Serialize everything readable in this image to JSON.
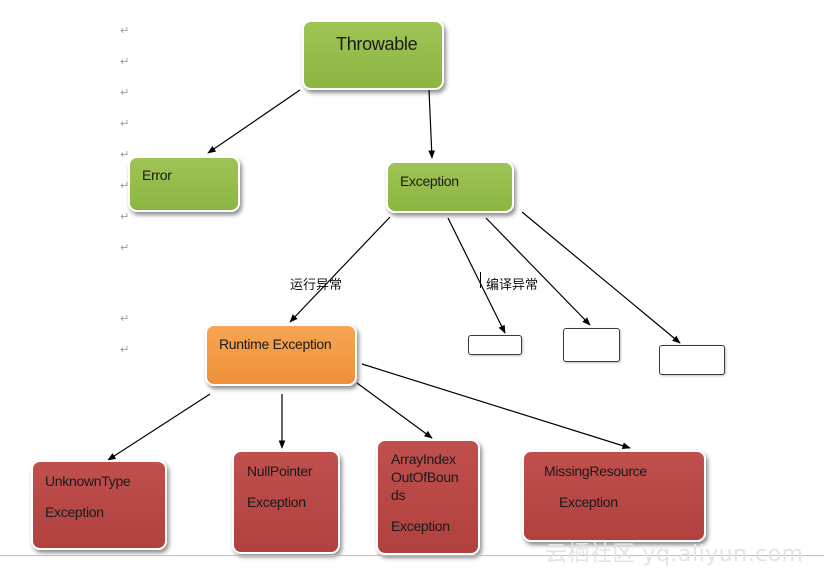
{
  "nodes": {
    "throwable": "Throwable",
    "error": "Error",
    "exception": "Exception",
    "runtime_exception": "Runtime Exception",
    "unknown_type": [
      "UnknownType",
      "Exception"
    ],
    "null_pointer": [
      "NullPointer",
      "Exception"
    ],
    "array_index": [
      "ArrayIndex",
      "OutOfBoun",
      "ds",
      "Exception"
    ],
    "missing_resource": [
      "MissingResource",
      "Exception"
    ]
  },
  "edge_labels": {
    "runtime": "运行异常",
    "compile": "编译异常"
  },
  "paragraph_mark": "↵",
  "watermark": "云栖社区 yq.aliyun.com",
  "colors": {
    "green": "#9bbb59",
    "orange": "#f79646",
    "red": "#c0504d",
    "connector": "#000000"
  }
}
